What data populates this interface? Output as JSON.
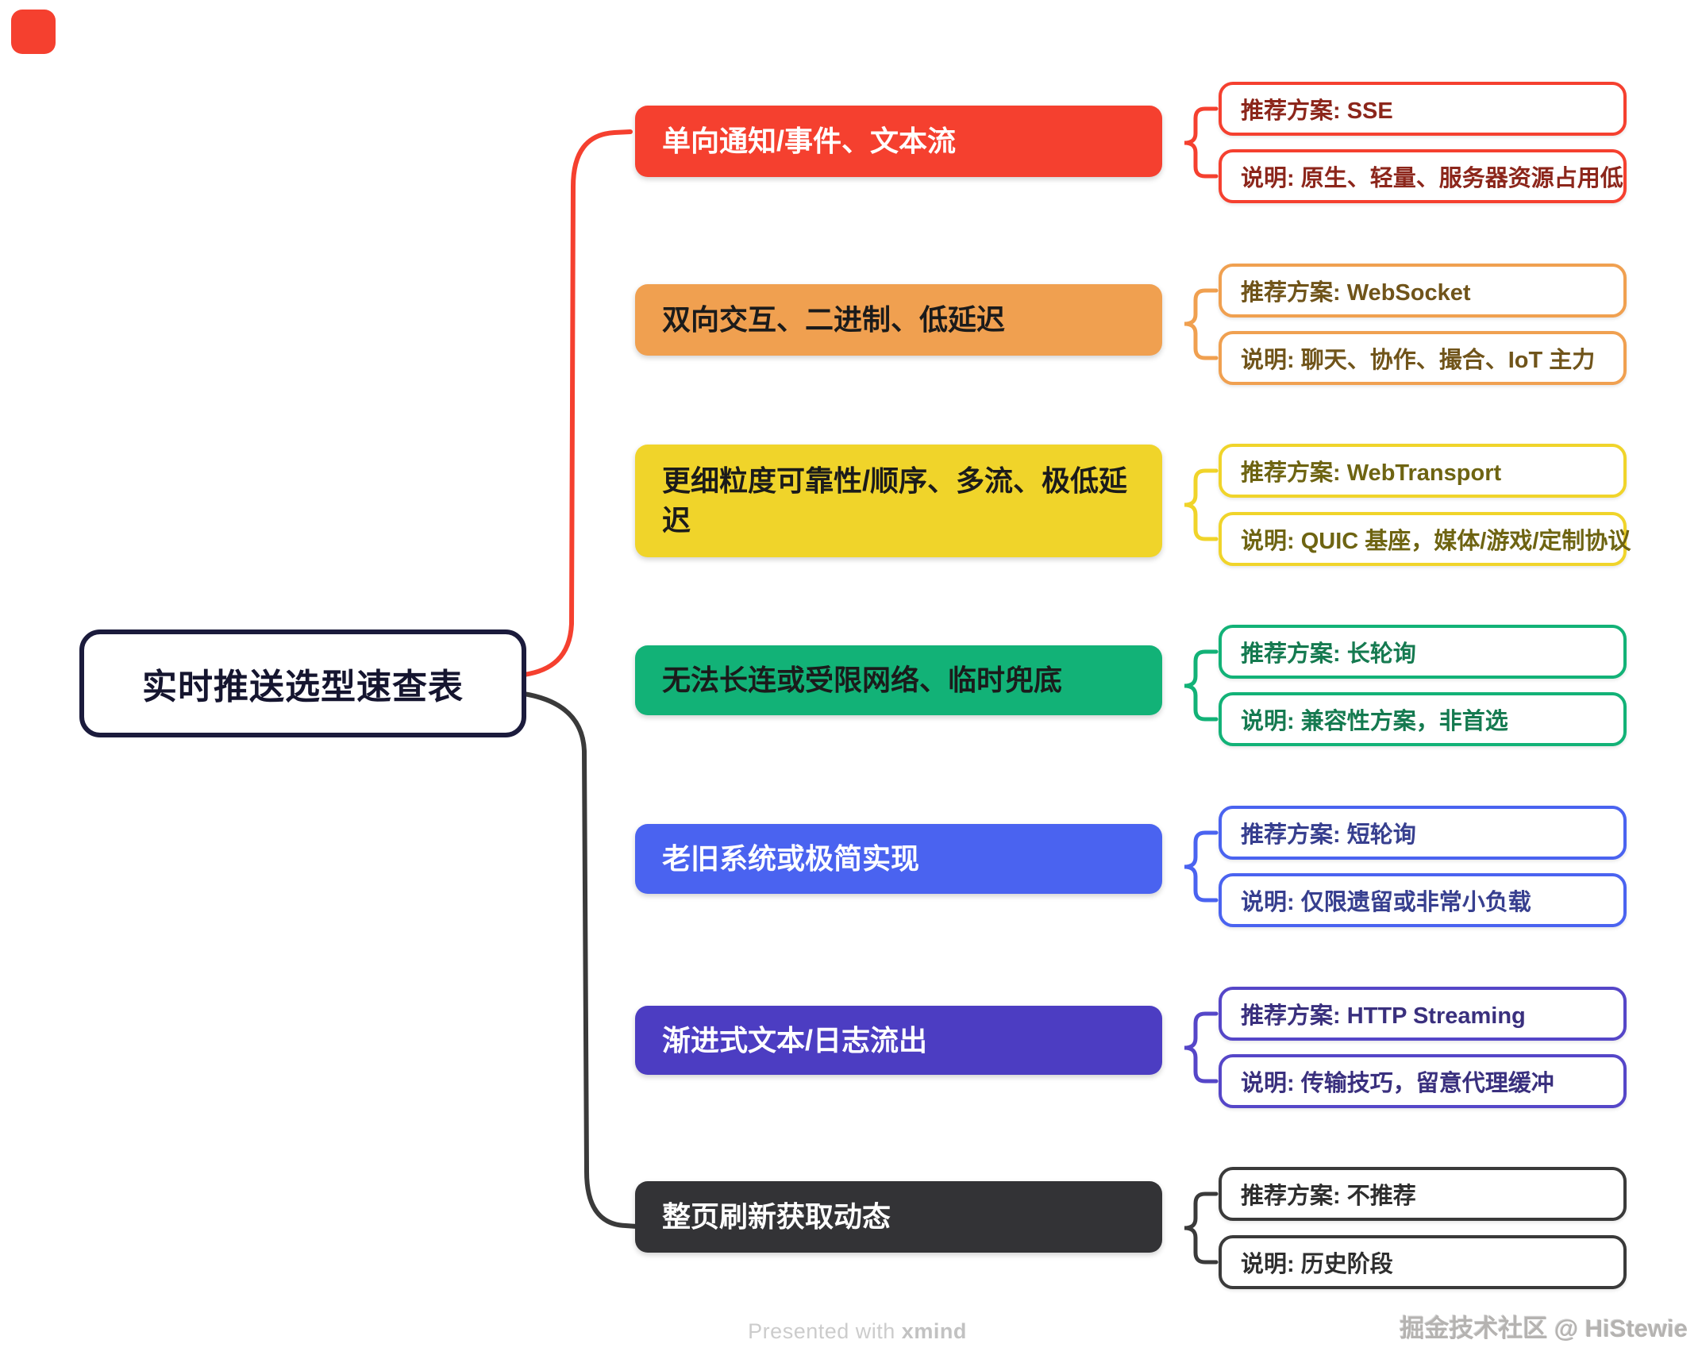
{
  "title": "实时推送选型速查表",
  "branches": [
    {
      "label": "单向通知/事件、文本流",
      "plan": "推荐方案: SSE",
      "note": "说明: 原生、轻量、服务器资源占用低",
      "color": "#F5402F",
      "label_text_color": "#FFFFFF",
      "leaf_text_color": "#8C261B"
    },
    {
      "label": "双向交互、二进制、低延迟",
      "plan": "推荐方案: WebSocket",
      "note": "说明: 聊天、协作、撮合、IoT 主力",
      "color": "#F0A050",
      "label_text_color": "#1B1B1B",
      "leaf_text_color": "#70541A"
    },
    {
      "label": "更细粒度可靠性/顺序、多流、极低延迟",
      "plan": "推荐方案: WebTransport",
      "note": "说明: QUIC 基座，媒体/游戏/定制协议",
      "color": "#F0D42A",
      "label_text_color": "#1B1B1B",
      "leaf_text_color": "#6E6412"
    },
    {
      "label": "无法长连或受限网络、临时兜底",
      "plan": "推荐方案: 长轮询",
      "note": "说明: 兼容性方案，非首选",
      "color": "#12B277",
      "label_text_color": "#1B1B1B",
      "leaf_text_color": "#157A50"
    },
    {
      "label": "老旧系统或极简实现",
      "plan": "推荐方案: 短轮询",
      "note": "说明: 仅限遗留或非常小负载",
      "color": "#4A63F0",
      "label_text_color": "#FFFFFF",
      "leaf_text_color": "#373F8F"
    },
    {
      "label": "渐进式文本/日志流出",
      "plan": "推荐方案: HTTP Streaming",
      "note": "说明: 传输技巧，留意代理缓冲",
      "color": "#4C3DC2",
      "label_text_color": "#FFFFFF",
      "leaf_text_color": "#3A307E"
    },
    {
      "label": "整页刷新获取动态",
      "plan": "推荐方案: 不推荐",
      "note": "说明: 历史阶段",
      "color": "#333336",
      "label_text_color": "#FFFFFF",
      "leaf_text_color": "#2E2E2E"
    }
  ],
  "footer": {
    "presented_prefix": "Presented with",
    "presented_brand": "xmind",
    "credit": "掘金技术社区 @ HiStewie"
  }
}
